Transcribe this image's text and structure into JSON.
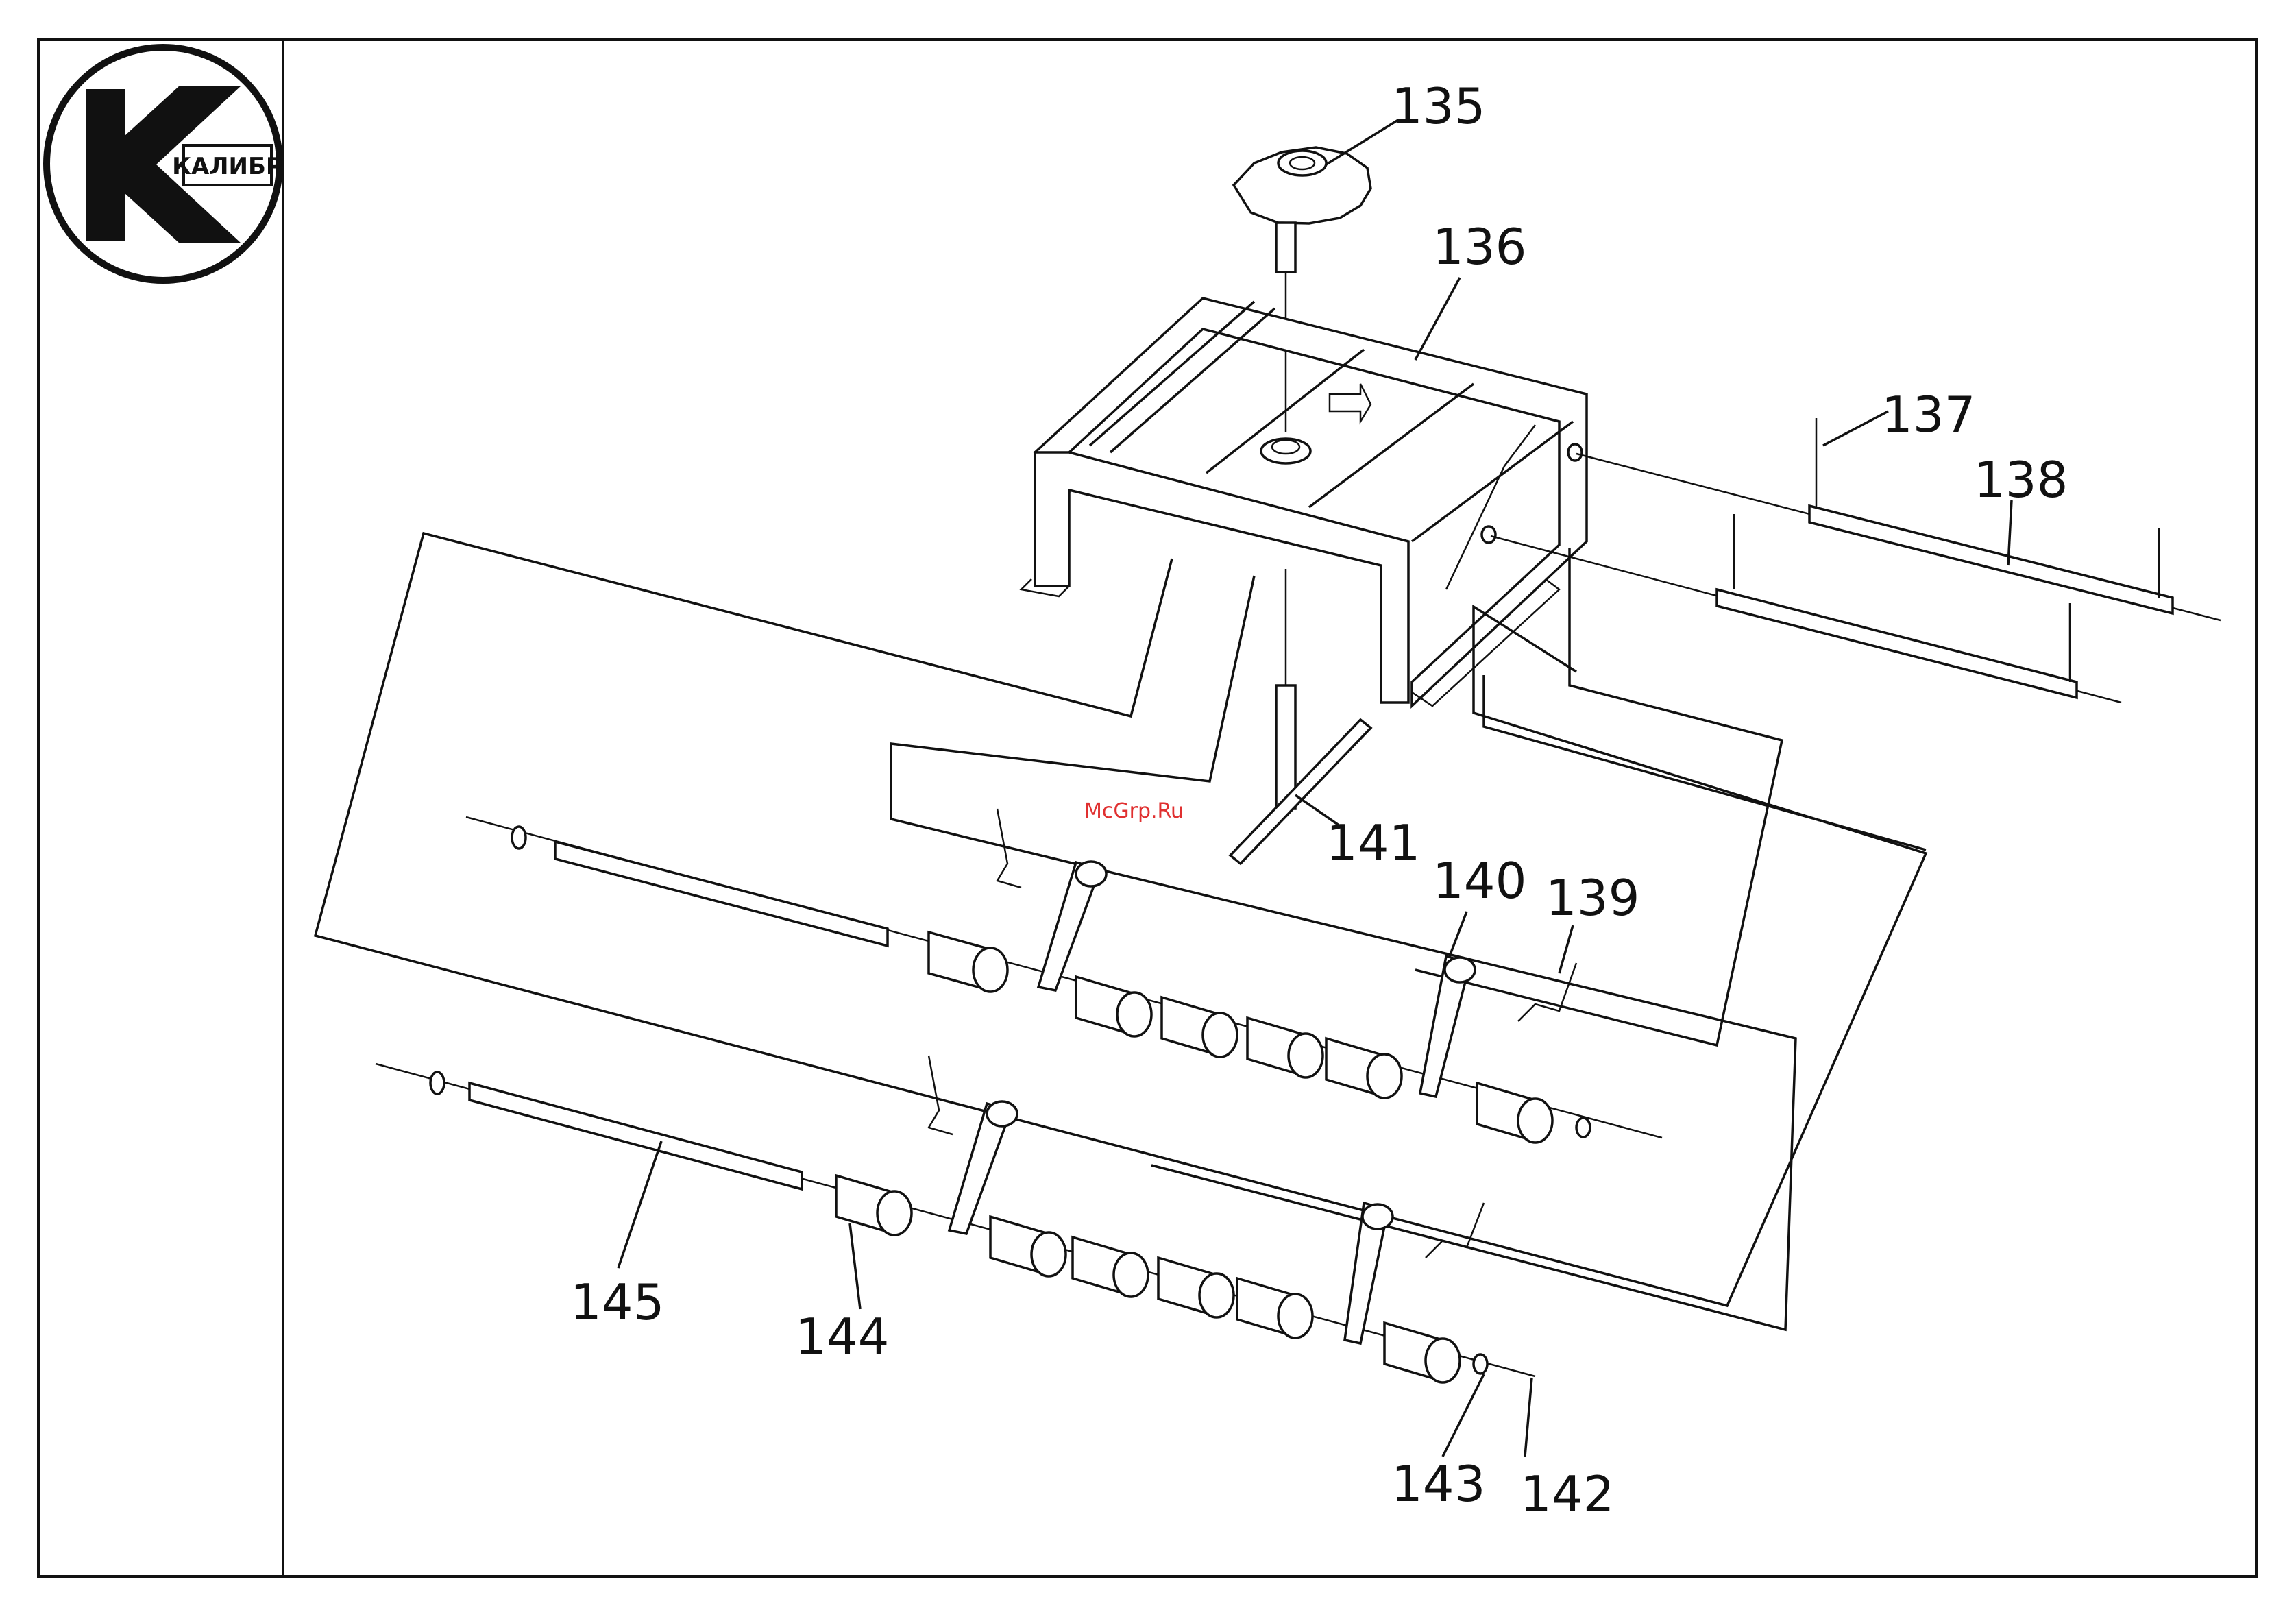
{
  "logo": {
    "text": "КАЛИБР"
  },
  "watermark": "McGrp.Ru",
  "callouts": [
    {
      "id": "callout-135",
      "text": "135"
    },
    {
      "id": "callout-136",
      "text": "136"
    },
    {
      "id": "callout-137",
      "text": "137"
    },
    {
      "id": "callout-138",
      "text": "138"
    },
    {
      "id": "callout-139",
      "text": "139"
    },
    {
      "id": "callout-140",
      "text": "140"
    },
    {
      "id": "callout-141",
      "text": "141"
    },
    {
      "id": "callout-142",
      "text": "142"
    },
    {
      "id": "callout-143",
      "text": "143"
    },
    {
      "id": "callout-144",
      "text": "144"
    },
    {
      "id": "callout-145",
      "text": "145"
    }
  ]
}
